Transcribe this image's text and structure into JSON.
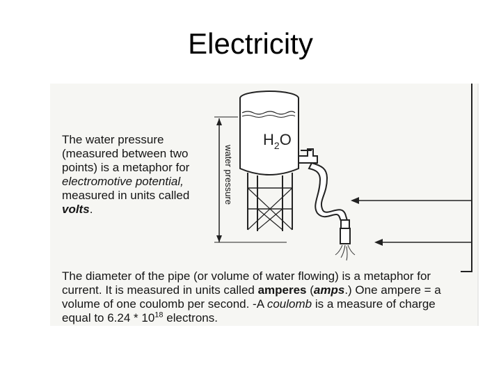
{
  "slide": {
    "title": "Electricity"
  },
  "diagram": {
    "tank_label": "H",
    "tank_label_subscript": "2",
    "tank_label_end": "O",
    "axis_label": "water pressure"
  },
  "text_top": {
    "part1": "The water pressure (measured between two points) is a metaphor for ",
    "italic": "electromotive potential,",
    "part2": " measured in units called ",
    "bold_italic": "volts",
    "part3": "."
  },
  "text_bottom": {
    "part1": "The diameter of the pipe (or volume of water flowing) is a metaphor for current. It is measured in units called ",
    "bold1": "amperes",
    "part2": " (",
    "bold_italic": "amps",
    "part3": ".) One ampere = a volume of one coulomb per second. -A ",
    "italic": "coulomb",
    "part4": " is a measure of charge equal to 6.24 * 10",
    "exponent": "18",
    "part5": " electrons."
  },
  "colors": {
    "figure_bg": "#f6f6f3",
    "ink": "#1a1a1a"
  }
}
